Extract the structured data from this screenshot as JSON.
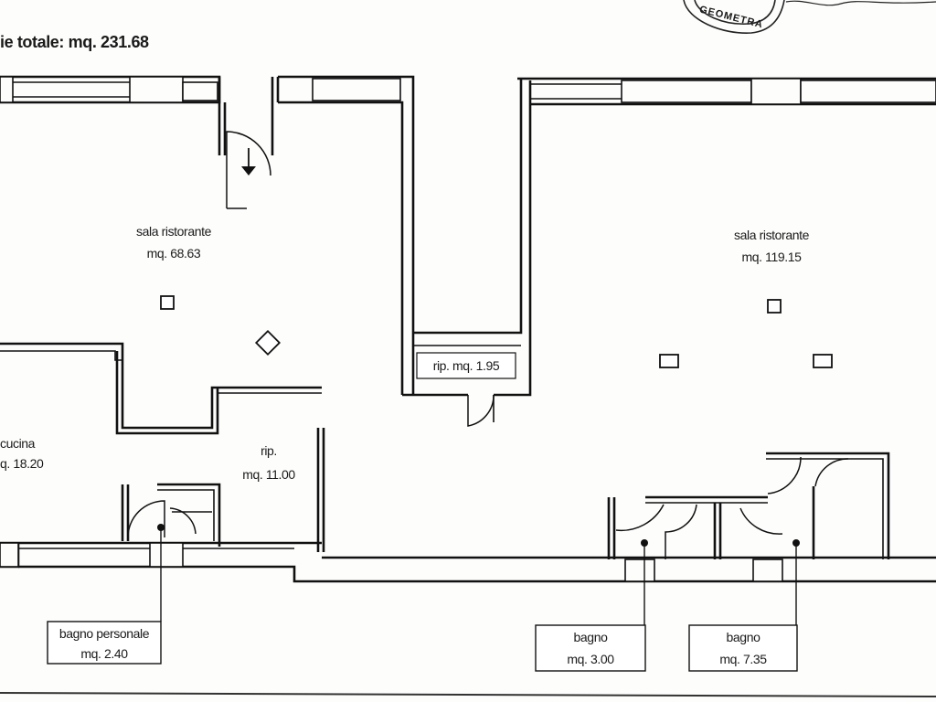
{
  "header": {
    "title": "ie totale: mq. 231.68"
  },
  "stamp": {
    "text": "GEOMETRA"
  },
  "rooms": {
    "sala_left": {
      "name": "sala ristorante",
      "area": "mq. 68.63"
    },
    "sala_right": {
      "name": "sala ristorante",
      "area": "mq. 119.15"
    },
    "rip_small": {
      "text": "rip. mq. 1.95"
    },
    "cucina": {
      "name": "cucina",
      "area": "q. 18.20"
    },
    "rip_large": {
      "name": "rip.",
      "area": "mq. 11.00"
    }
  },
  "callouts": {
    "bagno_personale": {
      "name": "bagno personale",
      "area": "mq. 2.40"
    },
    "bagno_1": {
      "name": "bagno",
      "area": "mq. 3.00"
    },
    "bagno_2": {
      "name": "bagno",
      "area": "mq. 7.35"
    }
  },
  "symbols": {
    "pillar_icon": "square-pillar-icon",
    "diamond_icon": "diamond-marker-icon",
    "arrow_icon": "arrow-down-icon",
    "fixture_icon": "fixture-dot-icon"
  }
}
